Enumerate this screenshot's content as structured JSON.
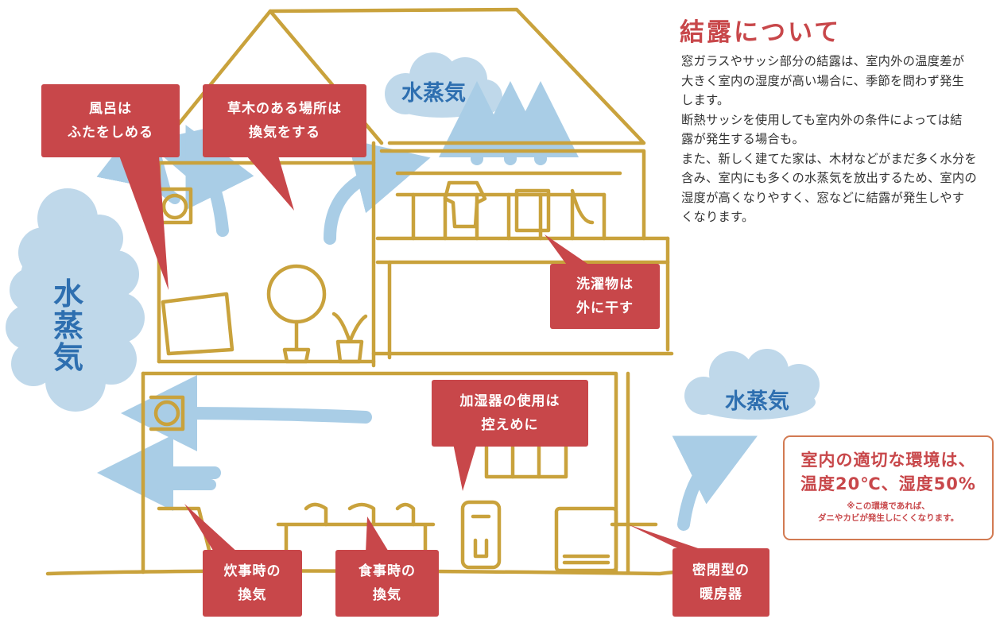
{
  "article": {
    "title": "結露について",
    "body": "窓ガラスやサッシ部分の結露は、室内外の温度差が\n大きく室内の湿度が高い場合に、季節を問わず発生\nします。\n断熱サッシを使用しても室内外の条件によっては結\n露が発生する場合も。\nまた、新しく建てた家は、木材などがまだ多く水分を\n含み、室内にも多くの水蒸気を放出するため、室内の\n湿度が高くなりやすく、窓などに結露が発生しやす\nくなります。"
  },
  "clouds": {
    "left": "水蒸気",
    "top": "水蒸気",
    "right": "水蒸気"
  },
  "bubbles": {
    "bath": [
      "風呂は",
      "ふたをしめる"
    ],
    "plants": [
      "草木のある場所は",
      "換気をする"
    ],
    "laundry": [
      "洗濯物は",
      "外に干す"
    ],
    "humidifier": [
      "加湿器の使用は",
      "控えめに"
    ],
    "cooking": [
      "炊事時の",
      "換気"
    ],
    "meal": [
      "食事時の",
      "換気"
    ],
    "heater": [
      "密閉型の",
      "暖房器"
    ]
  },
  "environment": {
    "line1": "室内の適切な環境は、",
    "line2": "温度20℃、湿度50%",
    "note1": "※この環境であれば、",
    "note2": "ダニやカビが発生しにくくなります。"
  },
  "colors": {
    "bubble": "#c8474a",
    "line": "#c9a23c",
    "cloud": "#bfd8ea",
    "arrow": "#a9cde6",
    "vapor_text": "#2e6fb0"
  }
}
